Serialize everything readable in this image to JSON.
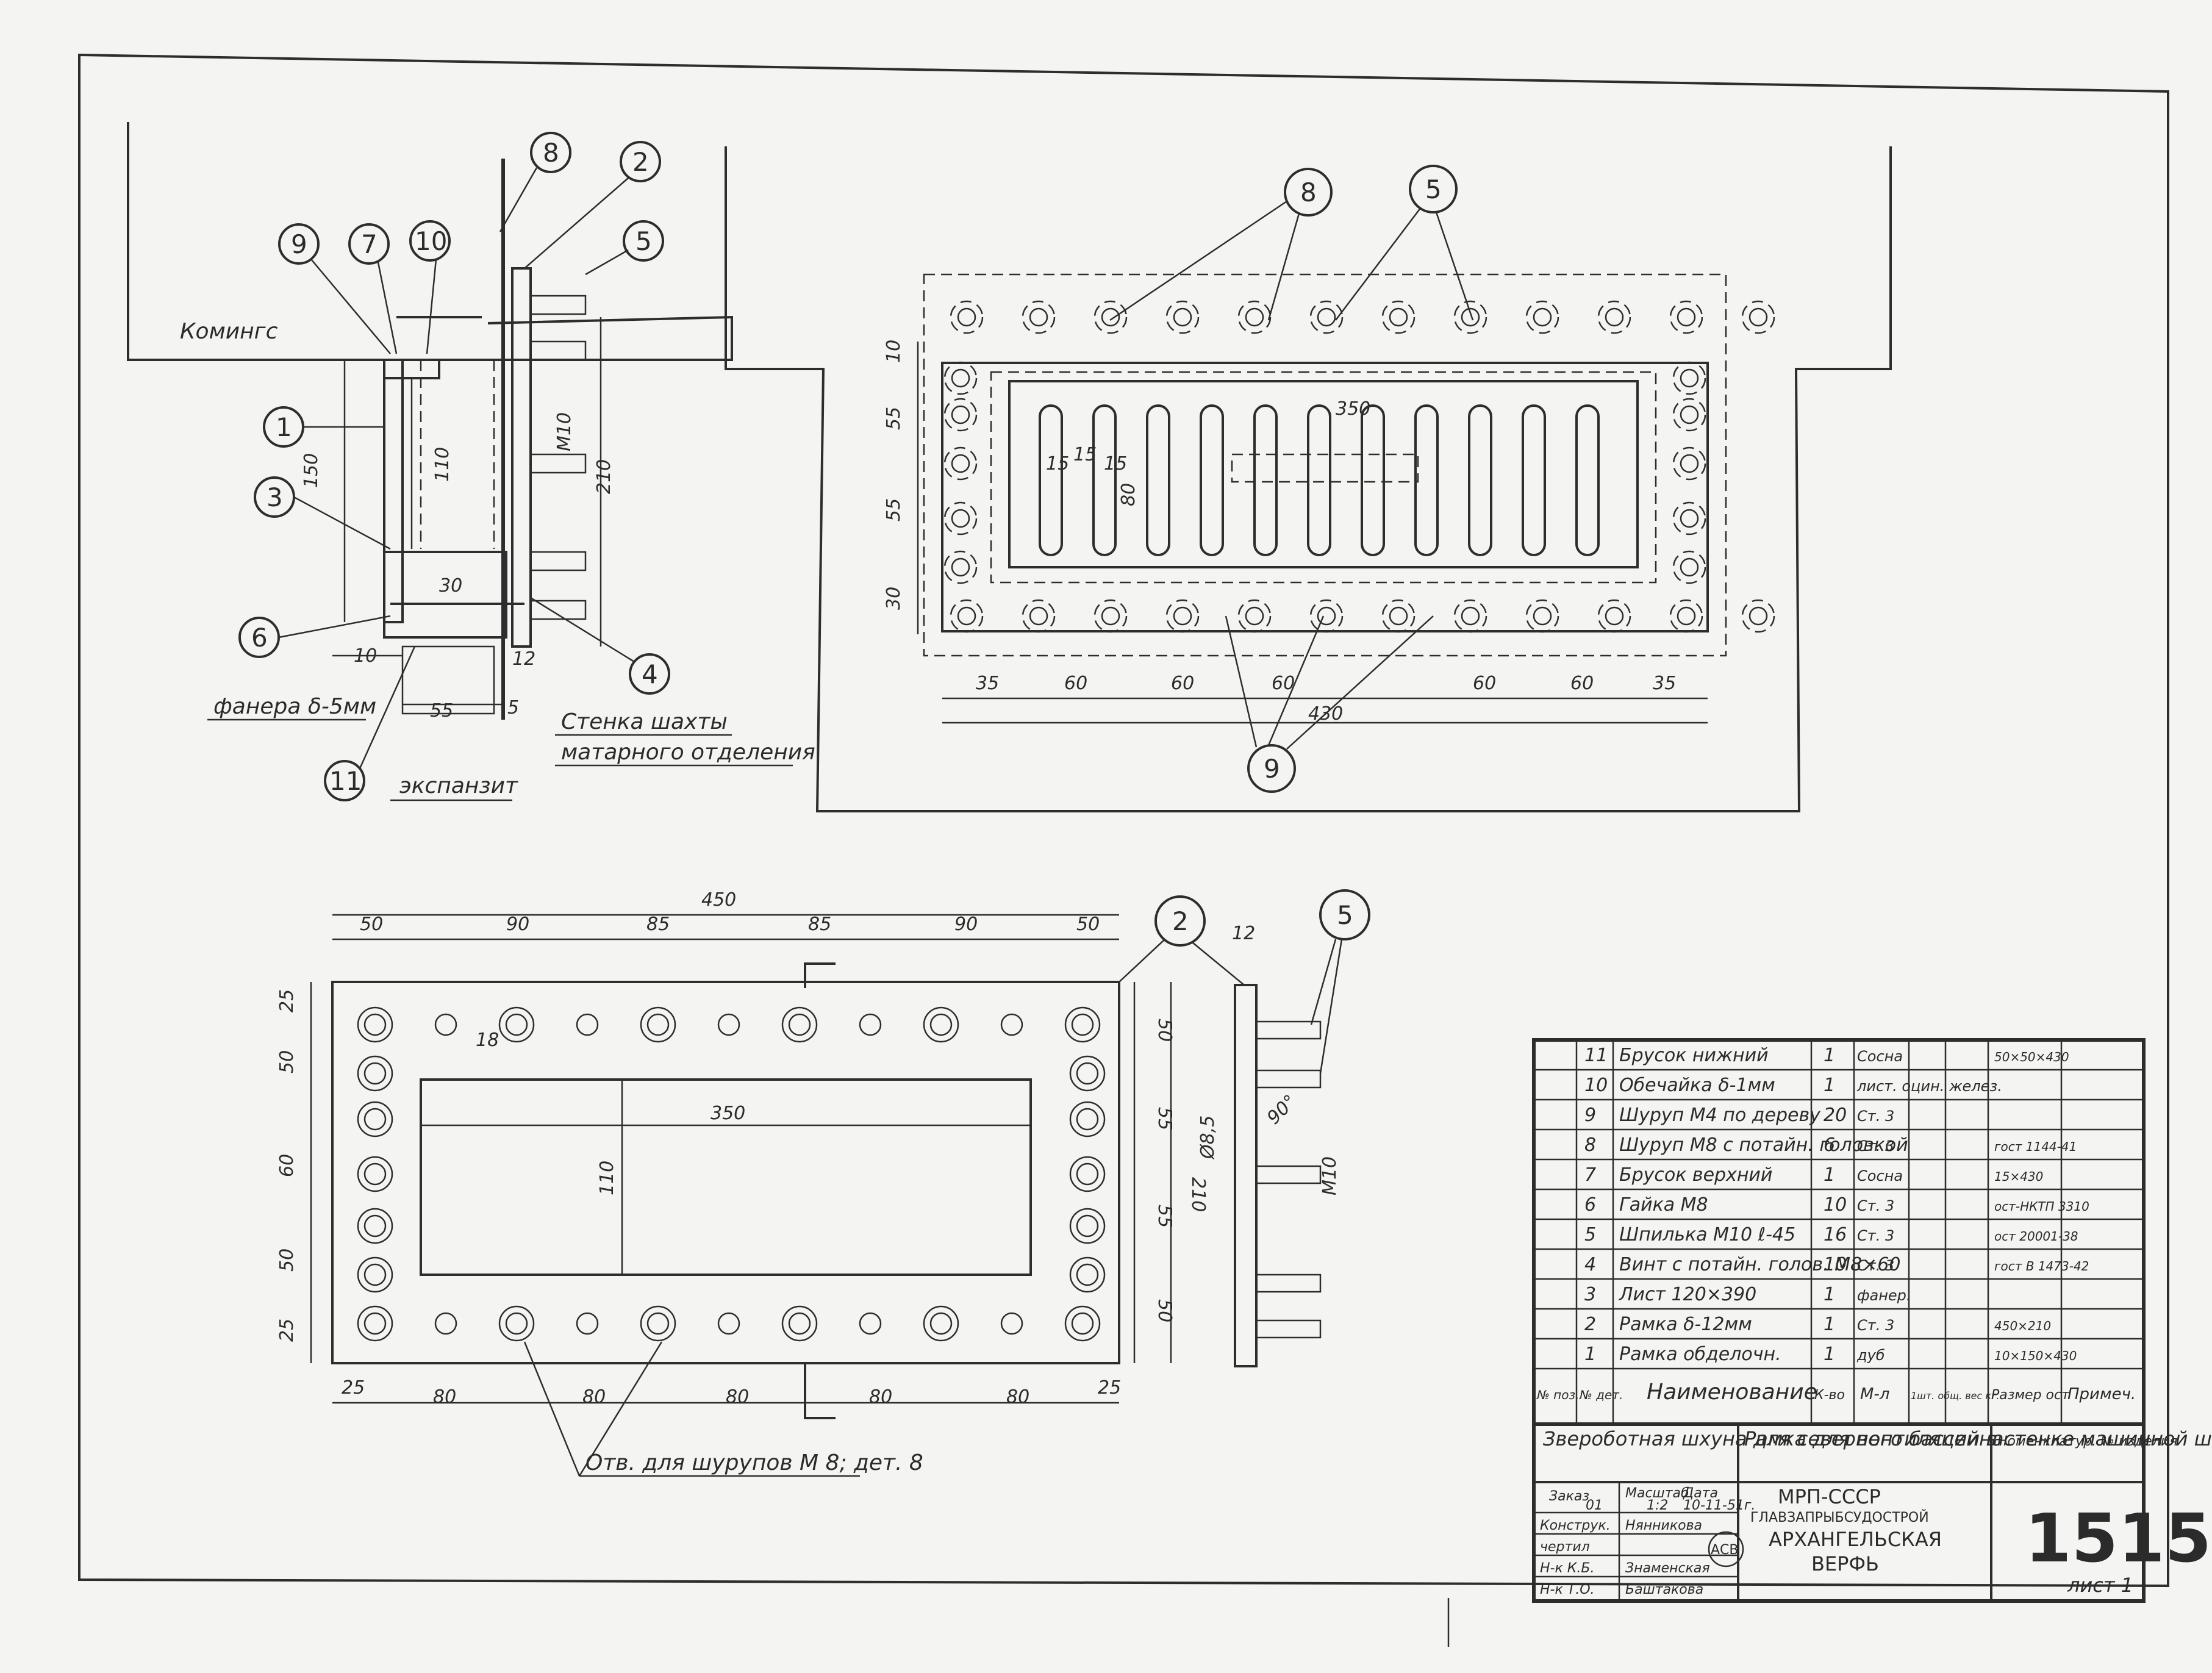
{
  "side_view": {
    "callouts": [
      "8",
      "2",
      "9",
      "7",
      "10",
      "5",
      "1",
      "3",
      "6",
      "4",
      "11"
    ],
    "notes": {
      "komings": "Комингс",
      "fanera": "фанера δ-5мм",
      "wall": "Стенка шахты",
      "wall2": "матарного отделения",
      "ekspanzit": "экспанзит"
    },
    "dims": {
      "d150": "150",
      "d110": "110",
      "d210": "210",
      "m10": "M10",
      "d10": "10",
      "d55": "55",
      "d12": "12",
      "d5": "5",
      "d30": "30"
    }
  },
  "front_view": {
    "callouts": [
      "8",
      "5",
      "9"
    ],
    "dims": {
      "v10": "10",
      "v55a": "55",
      "v55b": "55",
      "v30": "30",
      "w350": "350",
      "w15a": "15",
      "w15b": "15",
      "w15c": "15",
      "h80": "80",
      "b35a": "35",
      "b60a": "60",
      "b60b": "60",
      "b60c": "60",
      "b60d": "60",
      "b60e": "60",
      "b35b": "35",
      "total": "430"
    }
  },
  "frame_view": {
    "callouts": [
      "2",
      "5"
    ],
    "dims": {
      "total": "450",
      "t50a": "50",
      "t90a": "90",
      "t85a": "85",
      "t85b": "85",
      "t90b": "90",
      "t50b": "50",
      "l25a": "25",
      "l50a": "50",
      "l60": "60",
      "l50b": "50",
      "l25b": "25",
      "r50a": "50",
      "r55a": "55",
      "r55b": "55",
      "r50b": "50",
      "r210": "210",
      "w350": "350",
      "h110": "110",
      "d18": "18",
      "b25a": "25",
      "b80a": "80",
      "b80b": "80",
      "b80c": "80",
      "b80d": "80",
      "b80e": "80",
      "b25b": "25",
      "s12": "12",
      "d85": "Ø8,5",
      "a90": "90°",
      "m10": "M10"
    },
    "note": "Отв. для шурупов M 8; дет. 8"
  },
  "parts_list": {
    "rows": [
      {
        "no": "11",
        "name": "Брусок нижний",
        "qty": "1",
        "mat": "Сосна",
        "size": "50×50×430"
      },
      {
        "no": "10",
        "name": "Обечайка δ-1мм",
        "qty": "1",
        "mat": "лист. оцин. желез.",
        "size": ""
      },
      {
        "no": "9",
        "name": "Шуруп М4 по дереву",
        "qty": "20",
        "mat": "Ст. 3",
        "size": ""
      },
      {
        "no": "8",
        "name": "Шуруп М8 с потайн. головкой",
        "qty": "6",
        "mat": "Ст. 3",
        "size": "гост 1144-41"
      },
      {
        "no": "7",
        "name": "Брусок верхний",
        "qty": "1",
        "mat": "Сосна",
        "size": "15×430"
      },
      {
        "no": "6",
        "name": "Гайка М8",
        "qty": "10",
        "mat": "Ст. 3",
        "size": "ост-НКТП 3310"
      },
      {
        "no": "5",
        "name": "Шпилька М10 ℓ-45",
        "qty": "16",
        "mat": "Ст. 3",
        "size": "ост 20001-38"
      },
      {
        "no": "4",
        "name": "Винт с потайн. голов. М8×60",
        "qty": "10",
        "mat": "Ст. 3",
        "size": "гост В 1473-42"
      },
      {
        "no": "3",
        "name": "Лист 120×390",
        "qty": "1",
        "mat": "фанер.",
        "size": ""
      },
      {
        "no": "2",
        "name": "Рамка δ-12мм",
        "qty": "1",
        "mat": "Ст. 3",
        "size": "450×210"
      },
      {
        "no": "1",
        "name": "Рамка обделочн.",
        "qty": "1",
        "mat": "дуб",
        "size": "10×150×430"
      }
    ],
    "header": {
      "no": "№ поз.",
      "det": "№ дет.",
      "name": "Наименование",
      "qty": "К-во",
      "mat": "М-л",
      "weight": "1шт. общ. вес кг.",
      "size": "Размер ост",
      "note": "Примеч."
    }
  },
  "title_block": {
    "project": "Звероботная шхуна для северного бассейна",
    "title": "Рамка для вентиляции в стенке машинной шахты",
    "nomenclature": "Номенклатур. № изделия",
    "order_label": "Заказ",
    "order_value": "01",
    "scale_label": "Масштаб",
    "scale_value": "1:2",
    "date_label": "Дата",
    "date_value": "10-11-51г.",
    "roles": [
      "Конструк.",
      "чертил",
      "Н-к К.Б.",
      "Н-к Т.О."
    ],
    "signs": [
      "Нянникова",
      "Знаменская",
      "Баштакова"
    ],
    "org1": "МРП-СССР",
    "org2": "ГЛАВЗАПРЫБСУДОСТРОЙ",
    "org3": "АРХАНГЕЛЬСКАЯ",
    "org4": "ВЕРФЬ",
    "logo": "АСВ",
    "drawing_no": "1515",
    "sheet": "лист 1"
  }
}
